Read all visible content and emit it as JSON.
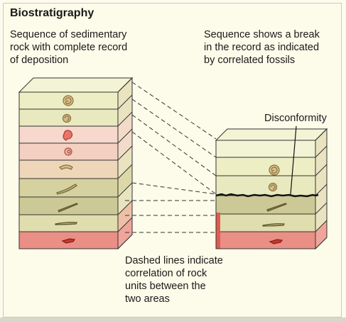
{
  "title": "Biostratigraphy",
  "left_caption": "Sequence of sedimentary\nrock with complete record\nof deposition",
  "right_caption": "Sequence shows a break\nin the record as indicated\nby correlated fossils",
  "disconformity_label": "Disconformity",
  "bottom_caption": "Dashed lines indicate\ncorrelation of rock\nunits between the\ntwo areas",
  "colors": {
    "layer_cream": "#edeec4",
    "layer_cream2": "#e8e9be",
    "layer_pink": "#f7d8cc",
    "layer_pink2": "#f3d0c2",
    "layer_tan": "#efd6b9",
    "layer_olive": "#d5d2a0",
    "layer_olive2": "#ccc996",
    "layer_red": "#ea8f86",
    "fossil_brown": "#a88d54",
    "fossil_red": "#c23a30",
    "outline": "#333333"
  },
  "left_column_fossils": [
    "ammonite-large",
    "ammonite-small",
    "red-coiled-shell",
    "small-coiled-shell",
    "curved-shell",
    "long-curved-shell",
    "thin-shell",
    "flat-shell",
    "red-flat-shell"
  ],
  "right_column_fossils": [
    "ammonite-large",
    "ammonite-small",
    "thin-shell",
    "flat-shell",
    "red-flat-shell"
  ]
}
